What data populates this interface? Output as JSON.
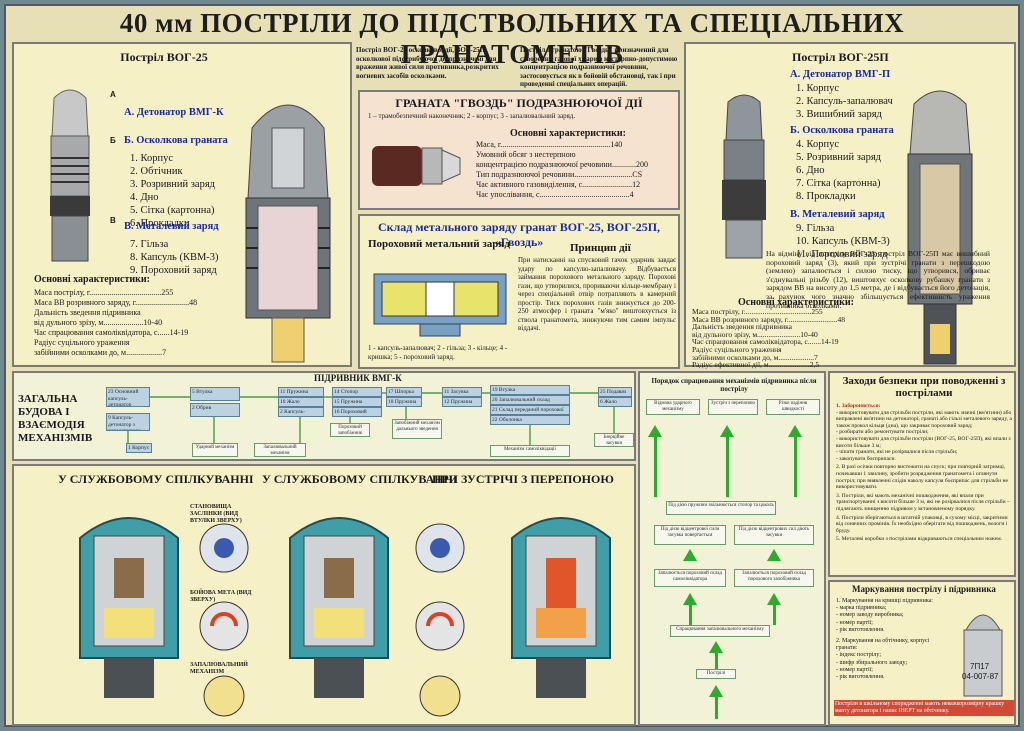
{
  "title": "40 мм ПОСТРІЛИ ДО ПІДСТВОЛЬНИХ ТА СПЕЦІАЛЬНИХ ГРАНАТОМЕТІВ",
  "vog25": {
    "header": "Постріл ВОГ-25",
    "a": "А. Детонатор ВМГ-К",
    "b": "Б. Осколкова граната",
    "b_items": [
      "1. Корпус",
      "2. Обтічник",
      "3. Розривний заряд",
      "4. Дно",
      "5. Сітка (картонна)",
      "6. Прокладки"
    ],
    "v": "В. Металевий заряд",
    "v_items": [
      "7. Гільза",
      "8. Капсуль (КВМ-3)",
      "9. Пороховий заряд"
    ],
    "chars_header": "Основні характеристики:",
    "chars": [
      "Маса пострілу, г....................................255",
      "Маса ВВ розривного заряду, г...........................48",
      "Дальність зведення підривника",
      "від дульного зрізу, м....................10-40",
      "Час спрацювання самоліквідатора, с......14-19",
      "Радіус суцільного ураження",
      "забійними осколками до, м..................7"
    ],
    "letters": [
      "А",
      "Б",
      "В"
    ]
  },
  "intro_left": "Постріл ВОГ-25 осколкової дії, ВОГ-25П осколкової підстрибуючої дії призначені для враження живої сили противника,розкритих вогневих засобів осколками.",
  "intro_right": "Постріл з гранатою \"Гвоздь\" призначений для створення газової хмари з нестерпно-допустимою концентрацією подразнюючої речовини, застосовується як в бойовій обстановці, так і при проведенні спеціальних операцій.",
  "gvozd": {
    "header": "ГРАНАТА \"ГВОЗДЬ\" ПОДРАЗНЮЮЧОЇ ДІЇ",
    "parts": "1 – трамобезпечний наконечник; 2 - корпус; 3 - запалювальний заряд.",
    "chars_header": "Основні характеристики:",
    "chars": [
      "Маса, г.......................................................140",
      "Умовний обсяг з нестерпною",
      "концентрацією подразнюючої речовини............200",
      "Тип подразнюючої речовини.............................CS",
      "Час активного газовиділення, с.........................12",
      "Час упослівання, с.............................................4"
    ]
  },
  "propellant": {
    "header": "Склад метального заряду гранат ВОГ-25, ВОГ-25П, «Гвоздь»",
    "sub_left": "Пороховий метальний заряд",
    "sub_right": "Принцип дії",
    "parts": "1 - капсуль-запалювач; 2 - гільза; 3 - кільце; 4 - кришка; 5 - пороховий заряд.",
    "text": "При натисканні на спусковий гачок ударник завдає удару по капсулю-запалювачу. Відбувається займання порохового метального заряду. Порохові гази, що утворилися, прориваючи кільце-мембрану і через спеціальний отвір потрапляють в камерний простір. Тиск порохових газів знижується до 200-250 атмосфер і граната \"м'яко\" виштовхується із ствола гранатомета, знижуючи тим самим імпульс віддачі."
  },
  "vog25p": {
    "header": "Постріл ВОГ-25П",
    "a": "А. Детонатор ВМГ-П",
    "a_items": [
      "1. Корпус",
      "2. Капсуль-запалювач",
      "3. Вишибний заряд"
    ],
    "b": "Б. Осколкова граната",
    "b_items": [
      "4. Корпус",
      "5. Розривний заряд",
      "6. Дно",
      "7. Сітка (картонна)",
      "8. Прокладки"
    ],
    "v": "В. Металевий заряд",
    "v_items": [
      "9. Гільза",
      "10. Капсуль (КВМ-3)",
      "11. Пороховий заряд"
    ],
    "text": "На відміну від пострілу ВОГ-25, постріл ВОГ-25П має вишибний пороховий заряд (3), який при зустрічі гранати з перешкодою (землею) запалюється і силою тиску, що утворився, обриває з'єднувальні різьбу (12), виштовхує осколкову рубашку гранати з зарядом ВВ на висоту до 1,5 метра, де і відбувається його детонація, за рахунок чого значно збільшується ефективність ураження противника осколками.",
    "chars_header": "Основні характеристики:",
    "chars": [
      "Маса пострілу, г....................................255",
      "Маса ВВ розривного заряду, г...........................48",
      "Дальність зведення підривника",
      "від дульного зрізу, м.......................10-40",
      "Час спрацювання самоліквідатора, с.......14-19",
      "Радіус суцільного ураження",
      "забійними осколками до, м...................7",
      "Радіус ефективної дії, м......................2,5"
    ]
  },
  "mech": {
    "side_title": "ЗАГАЛЬНА БУДОВА І ВЗАЄМОДІЯ МЕХАНІЗМІВ",
    "title": "ПІДРИВНИК ВМГ-К",
    "boxes": [
      "23 Основний капсуль-детонатор",
      "9 Капсуль-детонатор з передаточним зарядом",
      "1 Корпус",
      "5 Втулка",
      "2 Обрив",
      "Ударний механізм",
      "11 Пружина",
      "10 Жало",
      "2 Капсуль-запальник",
      "Запалювальний механізм",
      "14 Стопор",
      "15 Пружина",
      "16 Пороховий спиці",
      "17 Шпорка",
      "18 Пружина",
      "11 Засувка",
      "12 Пружина",
      "19 Втулка",
      "20 Запалювальний склад",
      "Пороховий запобіжник",
      "Запобіжний механізм дальнього зведення",
      "21 Склад переданий порохової",
      "22 Оболонка",
      "25 Подавач",
      "6 Жало",
      "Механізм самоліквідації",
      "Інерційне засувки"
    ]
  },
  "modes": {
    "m1": "У СЛУЖБОВОМУ СПІЛКУВАННІ",
    "m2": "У СЛУЖБОВОМУ СПІЛКУВАННІ",
    "m3": "ПРИ ЗУСТРІЧІ З ПЕРЕПОНОЮ",
    "cap1": "СТАНОВИЩА ЗАСЛІНКИ (ВИД ВТУЛКИ ЗВЕРХУ)",
    "cap2": "БОЙОВА МЕТА (ВИД ЗВЕРХУ)",
    "cap3": "ЗАПАЛЮВАЛЬНИЙ МЕХАНІЗМ"
  },
  "flow": {
    "title": "Порядок спрацювання механізмів підривника після пострілу",
    "cols": [
      "Відмова ударного механізму",
      "Зустріч з перепоною",
      "Різке падіння швидкості"
    ],
    "boxes": [
      "Пострілі",
      "Спрацювання запалювального механізму",
      "Запалюється пороховий склад самоліквідатора",
      "Запалюється пороховий склад порохового запобіжника",
      "Під дією відцентрової сили засувка повертається",
      "Під дією відцентрових сил діють засувки",
      "Під дією пружини звільнюється стопор та цоколь"
    ]
  },
  "safety": {
    "header": "Заходи безпеки при поводженні з пострілами",
    "text": [
      "1. Забороняється:",
      "- використовувати для стрільби постріли, які мають значні (вм'ятини) або виправлені вм'ятини на детонаторі, гранаті або гільзі металевого заряду, а також прокол кільця (дна), що закриває пороховий заряд;",
      "- розбирати або ремонтувати постріли;",
      "- використовувати для стрільби постріли (ВОГ-25, ВОГ-25П), які впали з висоти більше 3 м;",
      "- чіпати гранати, які не розірвалися після стрільби;",
      "- закопувати боєприпаси.",
      "2. В разі осічки повторно вистежити на спуск; при повторній затримці, почекавши 1 хвилину, зробити розрядження гранатомета і оглянути постріл; при виявленні слідів наколу капсуля боєприпас для стрільби не використовувати.",
      "3. Постріли, які мають механічні пошкодження, які впали при транспортуванні з висоти більше 3 м, які не розірвалися після стрільби – підлягають знищенню підривом у встановленому порядку.",
      "4. Постріли зберігаються в штатній упаковці, в сухому місці, закритими від сонячних промінів. Їх необхідно оберігати від пошкоджень, вологи і бруду.",
      "5. Металеві коробки з пострілами відкриваються спеціальним ножем."
    ]
  },
  "marking": {
    "header": "Маркування пострілу і підривника",
    "items": [
      "1. Маркування на кришці підривника:",
      "- марка підривника;",
      "- номер заводу виробника;",
      "- номер партії;",
      "- рік виготовлення.",
      "2. Маркування на обтічнику, корпусі гранати:",
      "- індекс пострілу;",
      "- шифр збирального заводу;",
      "- номер партії;",
      "- рік виготовлення."
    ],
    "label1": "7П17",
    "label2": "04-007-87",
    "note": "Постріли в шкільному спорядженні мають неважкорозмірну крашку манту детонатора і напис ІНЕРТ на обтічнику."
  },
  "colors": {
    "panel": "#f6f0c6",
    "accent_blue": "#1a2aa0",
    "flow_green": "#2eaa2e",
    "marking_red": "#cc3a2a"
  }
}
